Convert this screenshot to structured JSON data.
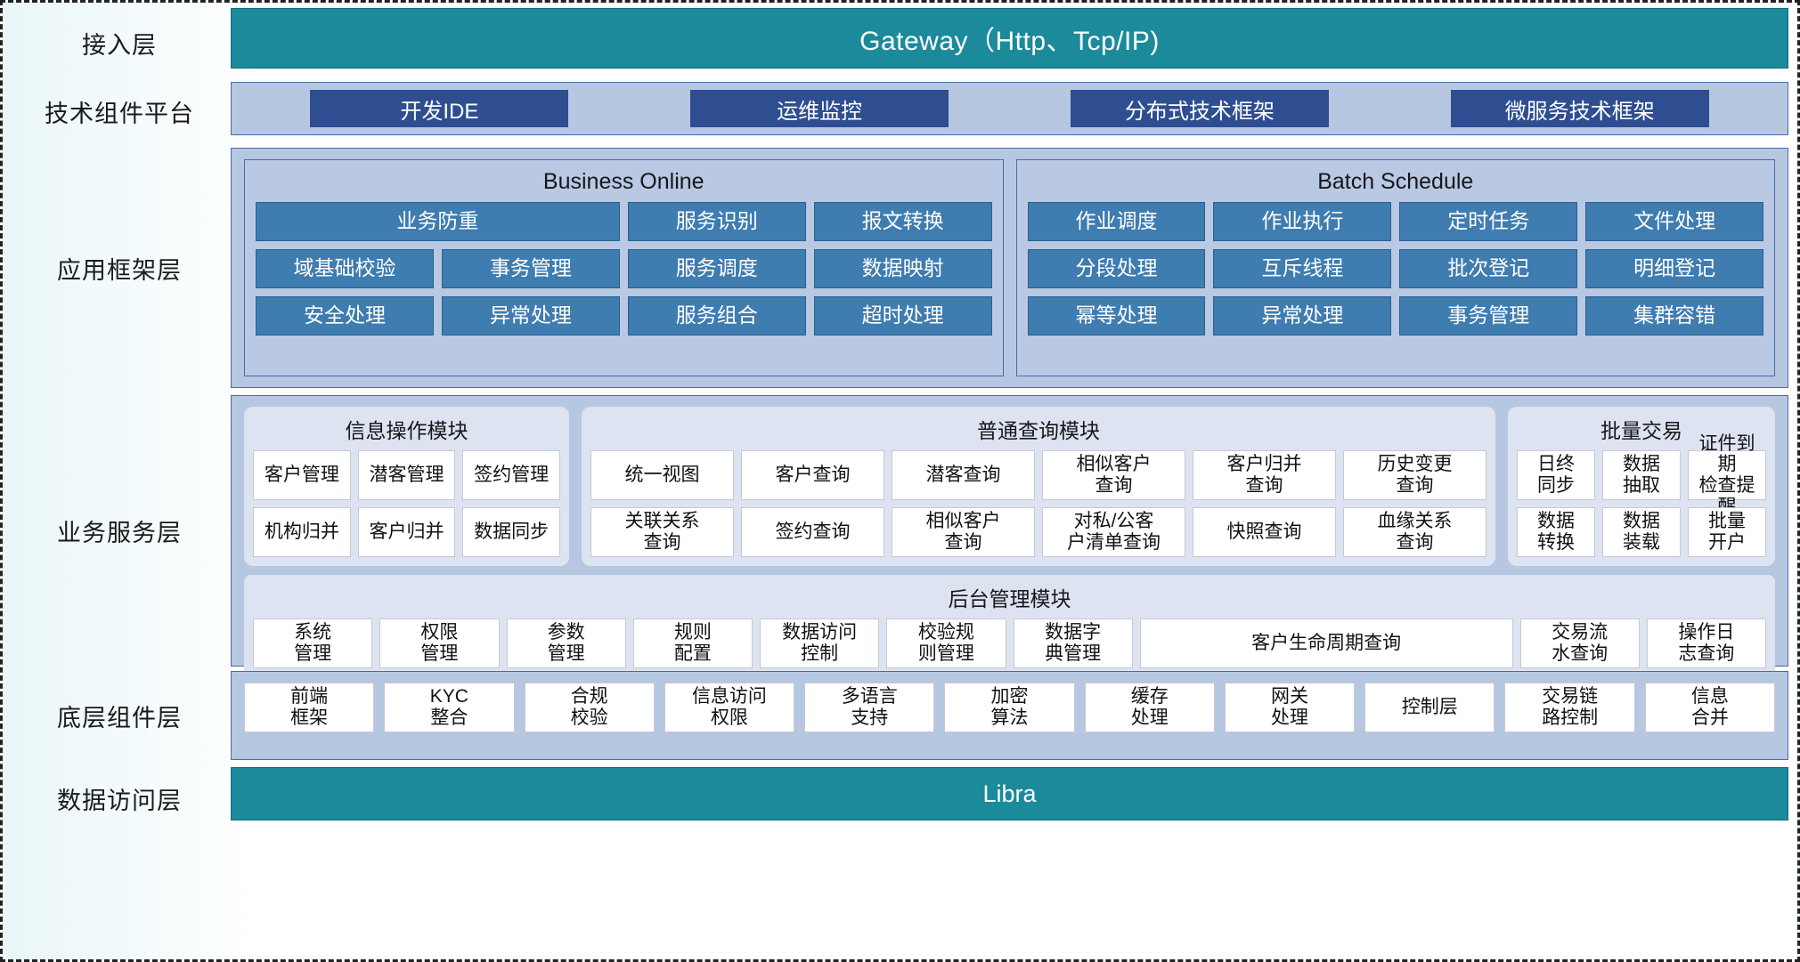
{
  "layers": {
    "access": "接入层",
    "tech_platform": "技术组件平台",
    "app_framework": "应用框架层",
    "business_service": "业务服务层",
    "base_component": "底层组件层",
    "data_access": "数据访问层"
  },
  "gateway": {
    "label": "Gateway（Http、Tcp/IP)"
  },
  "libra": {
    "label": "Libra"
  },
  "tech_chips": [
    "开发IDE",
    "运维监控",
    "分布式技术框架",
    "微服务技术框架"
  ],
  "business_online": {
    "title": "Business Online",
    "cells": [
      {
        "label": "业务防重",
        "span": 2
      },
      {
        "label": "服务识别",
        "span": 1
      },
      {
        "label": "报文转换",
        "span": 1
      },
      {
        "label": "域基础校验",
        "span": 1
      },
      {
        "label": "事务管理",
        "span": 1
      },
      {
        "label": "服务调度",
        "span": 1
      },
      {
        "label": "数据映射",
        "span": 1
      },
      {
        "label": "安全处理",
        "span": 1
      },
      {
        "label": "异常处理",
        "span": 1
      },
      {
        "label": "服务组合",
        "span": 1
      },
      {
        "label": "超时处理",
        "span": 1
      }
    ]
  },
  "batch_schedule": {
    "title": "Batch Schedule",
    "cells": [
      "作业调度",
      "作业执行",
      "定时任务",
      "文件处理",
      "分段处理",
      "互斥线程",
      "批次登记",
      "明细登记",
      "幂等处理",
      "异常处理",
      "事务管理",
      "集群容错"
    ]
  },
  "info_module": {
    "title": "信息操作模块",
    "cells": [
      "客户管理",
      "潜客管理",
      "签约管理",
      "机构归并",
      "客户归并",
      "数据同步"
    ]
  },
  "query_module": {
    "title": "普通查询模块",
    "cells": [
      "统一视图",
      "客户查询",
      "潜客查询",
      "相似客户\n查询",
      "客户归并\n查询",
      "历史变更\n查询",
      "关联关系\n查询",
      "签约查询",
      "相似客户\n查询",
      "对私/公客\n户清单查询",
      "快照查询",
      "血缘关系\n查询"
    ]
  },
  "batch_trade": {
    "title": "批量交易",
    "cells": [
      "日终\n同步",
      "数据\n抽取",
      "证件到期\n检查提醒",
      "数据\n转换",
      "数据\n装载",
      "批量\n开户"
    ]
  },
  "backend_module": {
    "title": "后台管理模块",
    "cells": [
      {
        "label": "系统\n管理",
        "span": 1
      },
      {
        "label": "权限\n管理",
        "span": 1
      },
      {
        "label": "参数\n管理",
        "span": 1
      },
      {
        "label": "规则\n配置",
        "span": 1
      },
      {
        "label": "数据访问\n控制",
        "span": 1
      },
      {
        "label": "校验规\n则管理",
        "span": 1
      },
      {
        "label": "数据字\n典管理",
        "span": 1
      },
      {
        "label": "客户生命周期查询",
        "span": 3
      },
      {
        "label": "交易流\n水查询",
        "span": 1
      },
      {
        "label": "操作日\n志查询",
        "span": 1
      }
    ]
  },
  "base_components": {
    "cells": [
      "前端\n框架",
      "KYC\n整合",
      "合规\n校验",
      "信息访问\n权限",
      "多语言\n支持",
      "加密\n算法",
      "缓存\n处理",
      "网关\n处理",
      "控制层",
      "交易链\n路控制",
      "信息\n合并"
    ]
  },
  "colors": {
    "teal": "#1b8a9b",
    "band": "#b6c7e2",
    "panel": "#b9c9e4",
    "chip_dark_blue": "#2e4e91",
    "cell_blue": "#3f7cb0",
    "module_bg": "#dde3f0",
    "cell_white": "#ffffff",
    "border_blue": "#4a6ba8"
  }
}
